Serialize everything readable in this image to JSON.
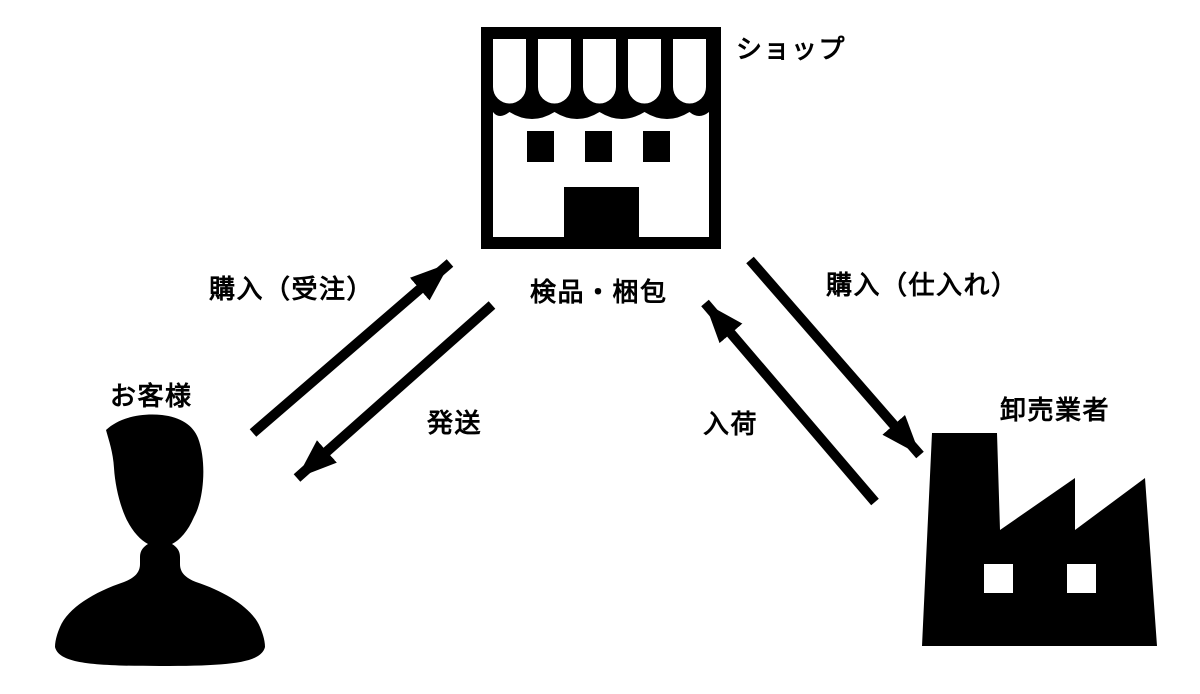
{
  "diagram": {
    "background_color": "#ffffff",
    "ink_color": "#000000",
    "nodes": {
      "shop": {
        "label": "ショップ",
        "icon": "storefront-icon"
      },
      "customer": {
        "label": "お客様",
        "icon": "person-icon"
      },
      "wholesaler": {
        "label": "卸売業者",
        "icon": "factory-icon"
      }
    },
    "process": {
      "label": "検品・梱包"
    },
    "edges": {
      "order": {
        "label": "購入（受注）",
        "from": "customer",
        "to": "shop"
      },
      "shipping": {
        "label": "発送",
        "from": "shop",
        "to": "customer"
      },
      "procurement": {
        "label": "購入（仕入れ）",
        "from": "shop",
        "to": "wholesaler"
      },
      "arrival": {
        "label": "入荷",
        "from": "wholesaler",
        "to": "shop"
      }
    }
  }
}
